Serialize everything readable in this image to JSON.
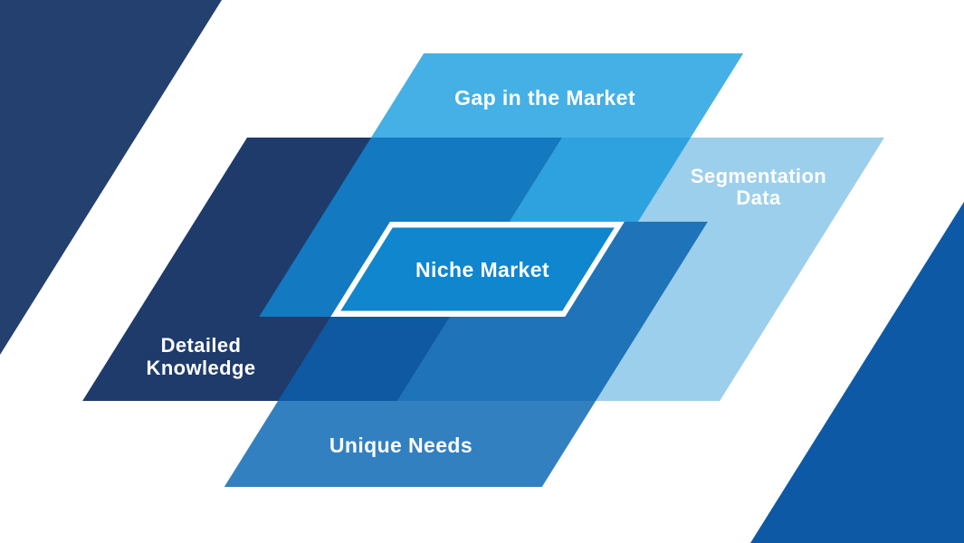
{
  "diagram": {
    "type": "overlapping-parallelogram-infographic",
    "labels": {
      "gap": "Gap in the Market",
      "segmentation_line1": "Segmentation",
      "segmentation_line2": "Data",
      "detailed_line1": "Detailed",
      "detailed_line2": "Knowledge",
      "unique": "Unique Needs",
      "niche": "Niche Market"
    },
    "colors": {
      "background": "#FFFFFF",
      "corner_navy": "#24406F",
      "corner_royal": "#0E59A6",
      "gap": "#45B0E5",
      "segmentation": "#9CCFEC",
      "detailed": "#1E3B6C",
      "unique": "#3380C1",
      "gap_detailed_overlap": "#1379C1",
      "gap_segmentation_overlap": "#2EA2DE",
      "unique_detailed_overlap": "#0F58A2",
      "unique_segmentation_overlap": "#1F73B9",
      "niche_fill": "#0F86CE",
      "niche_border": "#FFFFFF",
      "label_text": "#FFFFFF"
    }
  }
}
